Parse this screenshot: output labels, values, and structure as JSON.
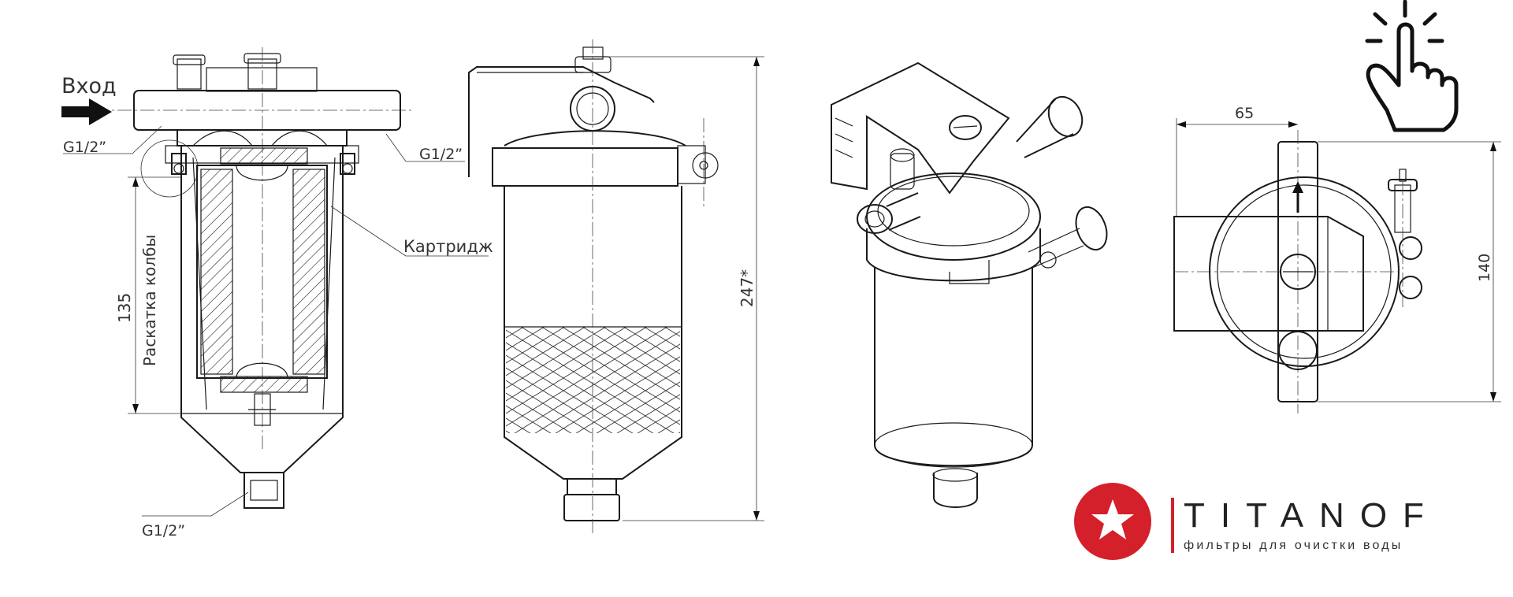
{
  "drawing": {
    "labels": {
      "inlet": "Вход",
      "thread_inlet": "G1/2”",
      "thread_outlet": "G1/2”",
      "thread_drain": "G1/2”",
      "cartridge": "Картридж",
      "flask_unscrew": "Раскатка колбы",
      "dim_135": "135",
      "dim_247": "247*",
      "dim_65": "65",
      "dim_140": "140"
    }
  },
  "brand": {
    "name": "TITANOF",
    "tagline": "фильтры для очистки воды",
    "colors": {
      "accent": "#d4202b",
      "text": "#222222"
    }
  },
  "icons": {
    "tap": "tap-hand-icon",
    "logo": "star-badge-icon",
    "flow_arrow": "flow-arrow-icon"
  }
}
